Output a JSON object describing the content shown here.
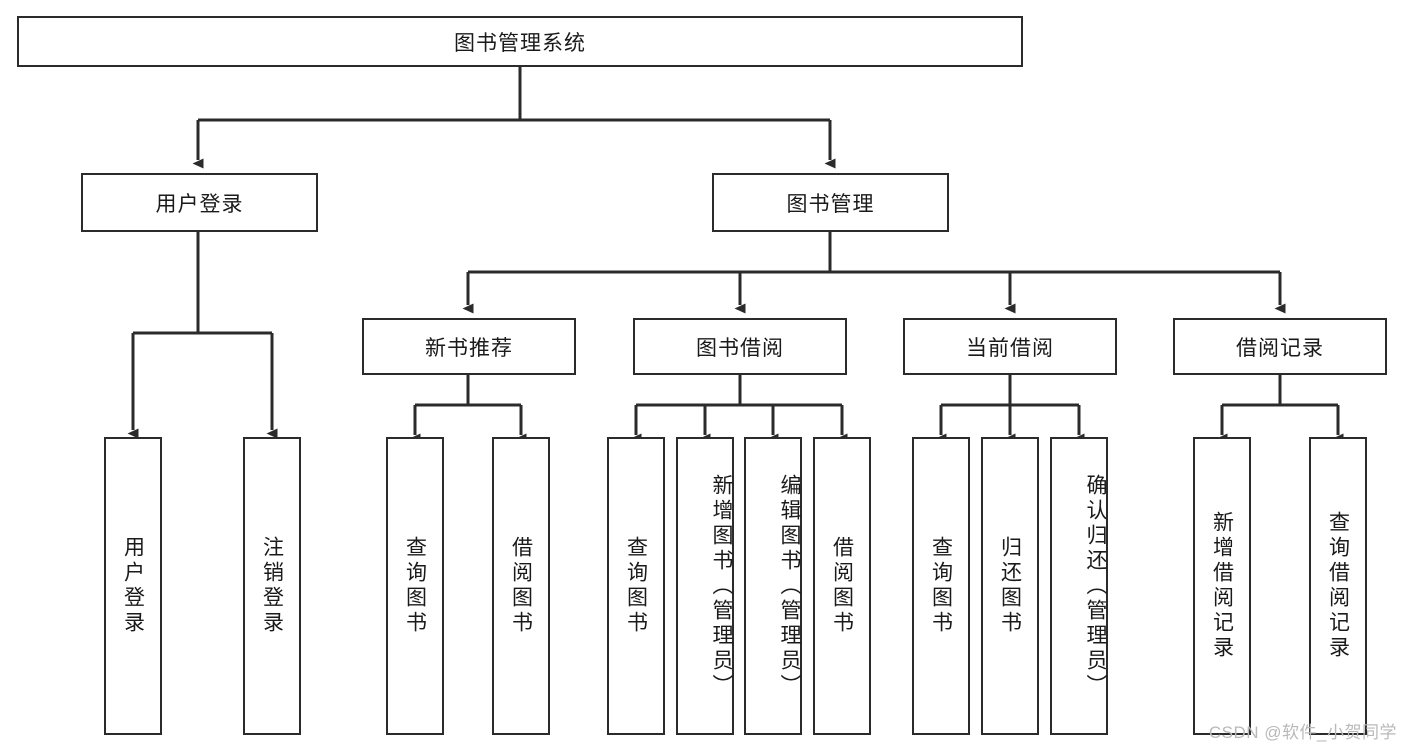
{
  "diagram": {
    "title": "图书管理系统",
    "type": "tree-hierarchy-diagram",
    "colors": {
      "box_border": "#2b2b2b",
      "box_fill": "#ffffff",
      "connector": "#2b2b2b",
      "background": "#ffffff",
      "watermark": "#b9b9b9"
    }
  },
  "root": {
    "label": "图书管理系统"
  },
  "level2": [
    {
      "label": "用户登录"
    },
    {
      "label": "图书管理"
    }
  ],
  "level3": [
    {
      "label": "新书推荐"
    },
    {
      "label": "图书借阅"
    },
    {
      "label": "当前借阅"
    },
    {
      "label": "借阅记录"
    }
  ],
  "leaves": {
    "user_login": [
      {
        "label": "用户登录"
      },
      {
        "label": "注销登录"
      }
    ],
    "new_book_recommend": [
      {
        "label": "查询图书"
      },
      {
        "label": "借阅图书"
      }
    ],
    "book_borrow": [
      {
        "label": "查询图书"
      },
      {
        "label": "新增图书（管理员）"
      },
      {
        "label": "编辑图书（管理员）"
      },
      {
        "label": "借阅图书"
      }
    ],
    "current_borrow": [
      {
        "label": "查询图书"
      },
      {
        "label": "归还图书"
      },
      {
        "label": "确认归还（管理员）"
      }
    ],
    "borrow_record": [
      {
        "label": "新增借阅记录"
      },
      {
        "label": "查询借阅记录"
      }
    ]
  },
  "watermark": {
    "text": "CSDN @软件_小贺同学"
  }
}
